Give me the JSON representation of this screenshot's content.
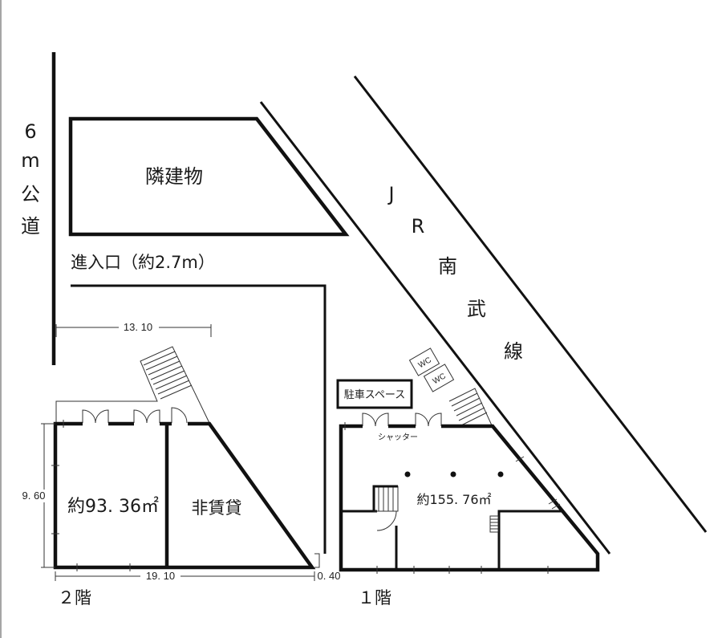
{
  "labels": {
    "road": [
      "6",
      "m",
      "公",
      "道"
    ],
    "neighbor": "隣建物",
    "entrance": "進入口（約2.7m）",
    "railway": [
      "J",
      "R",
      "南",
      "武",
      "線"
    ],
    "parking": "駐車スペース",
    "wc": [
      "WC",
      "WC"
    ],
    "shutter": "シャッター",
    "floor2_area": "約93. 36㎡",
    "floor2_nonrental": "非賃貸",
    "floor1_area": "約155. 76㎡",
    "floor2_name": "２階",
    "floor1_name": "１階"
  },
  "dimensions": {
    "top": "13. 10",
    "side": "9. 60",
    "bottom": "19. 10",
    "gap": "0. 40"
  },
  "colors": {
    "line": "#111111",
    "background": "#ffffff"
  }
}
